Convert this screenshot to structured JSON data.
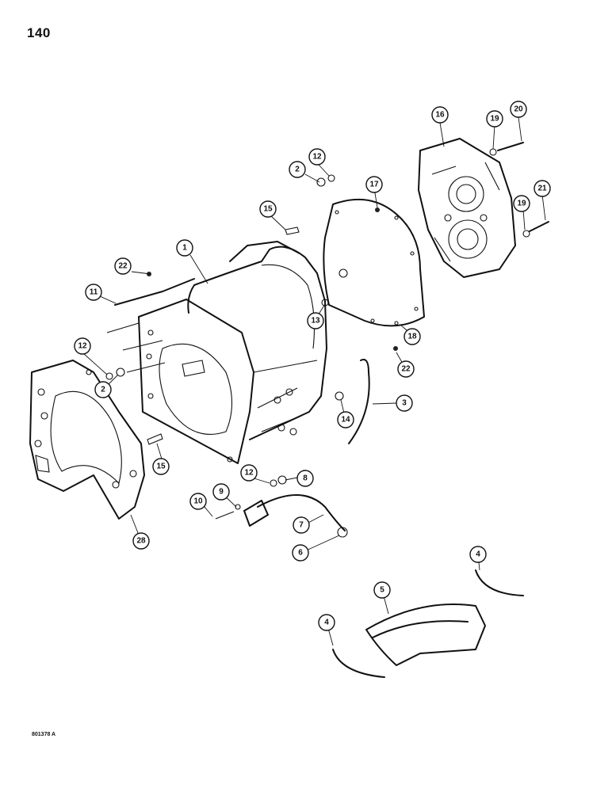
{
  "page_number": "140",
  "figure_code": "801378 A",
  "callouts": [
    {
      "label": "1"
    },
    {
      "label": "2"
    },
    {
      "label": "12"
    },
    {
      "label": "15"
    },
    {
      "label": "22"
    },
    {
      "label": "11"
    },
    {
      "label": "12"
    },
    {
      "label": "2"
    },
    {
      "label": "17"
    },
    {
      "label": "16"
    },
    {
      "label": "19"
    },
    {
      "label": "20"
    },
    {
      "label": "19"
    },
    {
      "label": "21"
    },
    {
      "label": "13"
    },
    {
      "label": "18"
    },
    {
      "label": "22"
    },
    {
      "label": "3"
    },
    {
      "label": "14"
    },
    {
      "label": "15"
    },
    {
      "label": "12"
    },
    {
      "label": "8"
    },
    {
      "label": "9"
    },
    {
      "label": "10"
    },
    {
      "label": "7"
    },
    {
      "label": "6"
    },
    {
      "label": "28"
    },
    {
      "label": "4"
    },
    {
      "label": "5"
    },
    {
      "label": "4"
    }
  ]
}
